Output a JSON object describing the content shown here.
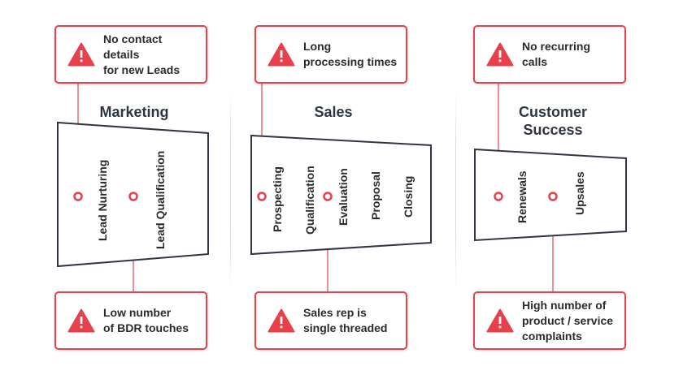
{
  "columns": [
    {
      "title": "Marketing",
      "stages": [
        "Lead Nurturing",
        "Lead Qualification"
      ],
      "top_alert": "No contact details\nfor new Leads",
      "bottom_alert": "Low number\nof BDR touches"
    },
    {
      "title": "Sales",
      "stages": [
        "Prospecting",
        "Qualification",
        "Evaluation",
        "Proposal",
        "Closing"
      ],
      "top_alert": "Long\nprocessing times",
      "bottom_alert": "Sales rep is\nsingle threaded"
    },
    {
      "title": "Customer\nSuccess",
      "stages": [
        "Renewals",
        "Upsales"
      ],
      "top_alert": "No recurring calls",
      "bottom_alert": "High number of\nproduct / service\ncomplaints"
    }
  ],
  "icons": {
    "alert": "warning-triangle-icon"
  },
  "colors": {
    "accent": "#e8404a",
    "connector": "#f08f93",
    "funnel_stroke": "#2f3542",
    "text": "#2b2b2b"
  }
}
